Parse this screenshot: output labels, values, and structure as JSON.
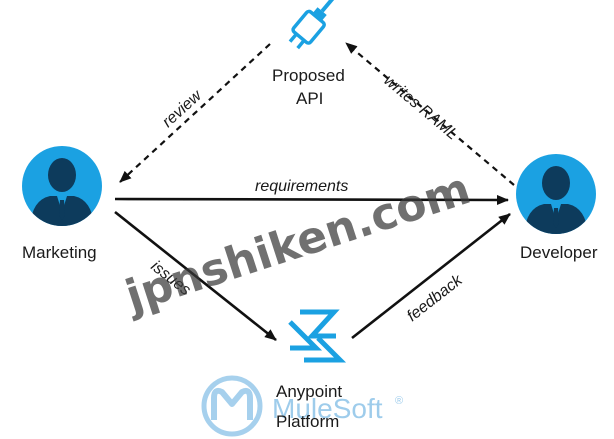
{
  "diagram": {
    "nodes": {
      "marketing": {
        "label": "Marketing"
      },
      "developer": {
        "label": "Developer"
      },
      "proposed_api": {
        "label_line1": "Proposed",
        "label_line2": "API"
      },
      "anypoint": {
        "label_line1": "Anypoint",
        "label_line2": "Platform"
      }
    },
    "edges": {
      "requirements": {
        "label": "requirements",
        "style": "solid"
      },
      "review": {
        "label": "review",
        "style": "dashed"
      },
      "writes_raml": {
        "label": "writes RAML",
        "style": "dashed"
      },
      "issues": {
        "label": "issues",
        "style": "solid"
      },
      "feedback": {
        "label": "feedback",
        "style": "solid"
      }
    }
  },
  "overlay": {
    "watermark": "jpnshiken.com",
    "logo_text": "MuleSoft",
    "logo_mark": "®"
  },
  "colors": {
    "person_icon": "#1ba1e2",
    "api_icon": "#1ba1e2",
    "anypoint_icon": "#1ba1e2",
    "arrow": "#111111",
    "logo": "#4fa3dc"
  },
  "icons": {
    "marketing": "person-icon",
    "developer": "person-icon",
    "proposed_api": "plug-connector-icon",
    "anypoint": "anypoint-platform-icon",
    "logo": "mulesoft-logo-icon"
  }
}
